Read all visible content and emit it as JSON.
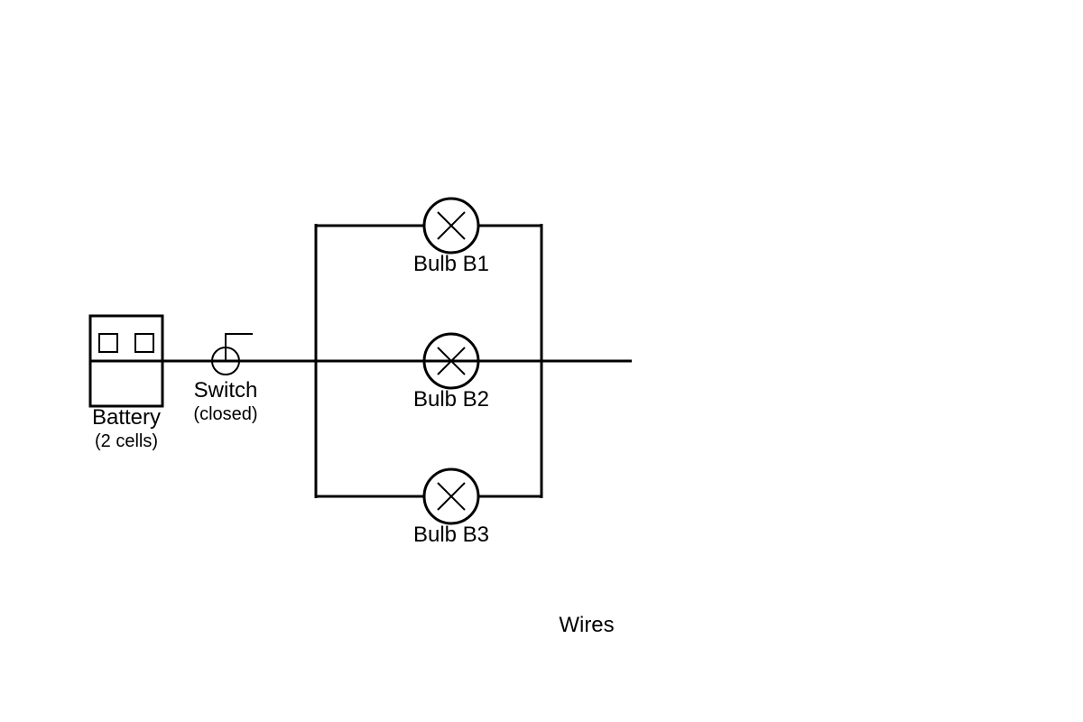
{
  "battery": {
    "label": "Battery",
    "sublabel": "(2 cells)"
  },
  "switch": {
    "label": "Switch",
    "sublabel": "(closed)"
  },
  "bulbs": [
    {
      "label": "Bulb B1"
    },
    {
      "label": "Bulb B2"
    },
    {
      "label": "Bulb B3"
    }
  ],
  "wires_label": "Wires"
}
